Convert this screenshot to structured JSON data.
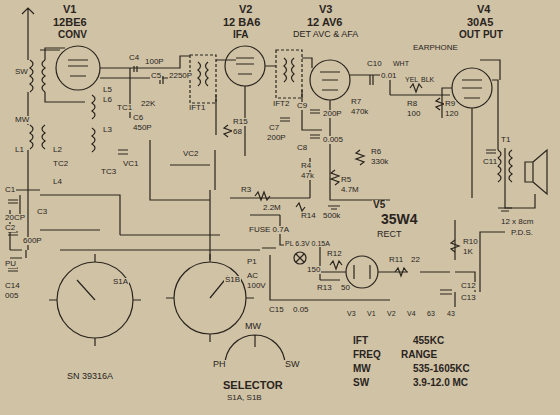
{
  "diagram": {
    "labels": [
      "V1",
      "12BE6",
      "CONV",
      "V2",
      "12 BA6",
      "IFA",
      "V3",
      "12 AV6",
      "DET AVC & AFA",
      "V4",
      "30A5",
      "OUT PUT",
      "EARPHONE",
      "SW",
      "MW",
      "TC1",
      "L1",
      "L2",
      "L3",
      "L4",
      "L5",
      "L6",
      "C1",
      "20CP",
      "C2",
      "600P",
      "C3",
      "C4",
      "100P",
      "C5",
      "2250P",
      "22K",
      "C6",
      "450P",
      "VC1",
      "VC2",
      "TC2",
      "TC3",
      "IFT1",
      "IFT2",
      "C7",
      "200P",
      "C9",
      "200P",
      "C8",
      "0.005",
      "R15",
      "68",
      "R4",
      "47k",
      "R5",
      "4.7M",
      "R3",
      "2.2M",
      "R14",
      "500k",
      "R6",
      "330k",
      "R7",
      "470k",
      "C10",
      "0.01",
      "R8",
      "100",
      "R9",
      "120",
      "T1",
      "C11",
      "12 x 8cm",
      "P.D.S.",
      "WHT",
      "YEL",
      "BLK",
      "V5",
      "35W4",
      "RECT",
      "FUSE 0.7A",
      "PL 6.3V 0.15A",
      "P1",
      "AC",
      "100V",
      "R12",
      "150",
      "R13",
      "50",
      "R10",
      "1K",
      "R11",
      "22",
      "C12",
      "C13",
      "C15",
      "0.05",
      "PU",
      "C14",
      "005",
      "S1A",
      "S1B",
      "V3",
      "V1",
      "V2",
      "V4",
      "63",
      "43",
      "SN 39316A",
      "SELECTOR",
      "S1A, S1B",
      "PH",
      "MW",
      "SW",
      "IFT",
      "455KC",
      "FREQ",
      "RANGE",
      "MW",
      "535-1605KC",
      "SW",
      "3.9-12.0 MC"
    ]
  }
}
